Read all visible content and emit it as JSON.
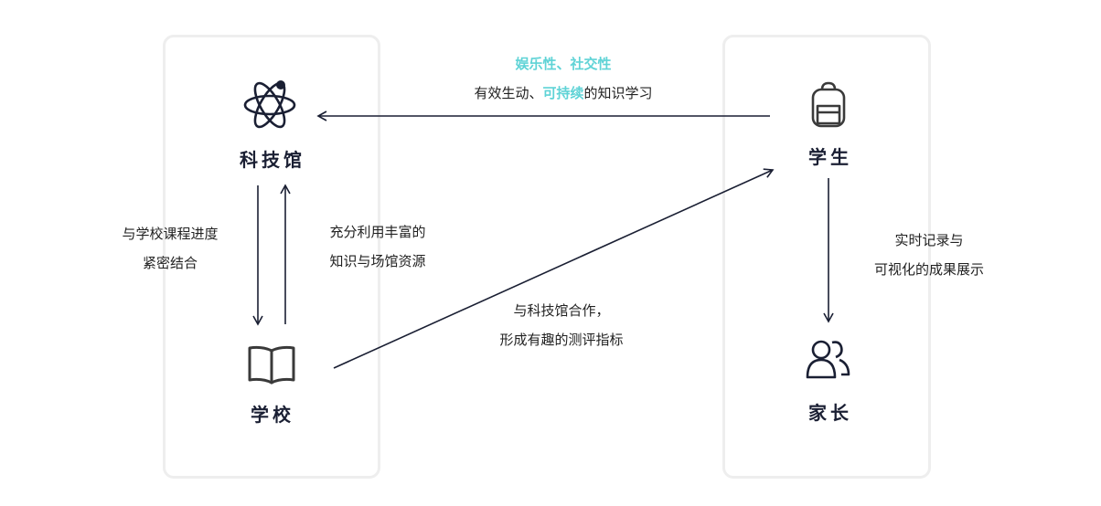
{
  "nodes": {
    "museum": {
      "label": "科技馆",
      "icon": "atom-icon"
    },
    "school": {
      "label": "学校",
      "icon": "open-book-icon"
    },
    "student": {
      "label": "学生",
      "icon": "backpack-icon"
    },
    "parent": {
      "label": "家长",
      "icon": "users-icon"
    }
  },
  "edges": {
    "student_to_museum": {
      "line1_accent": "娱乐性、社交性",
      "line2_prefix": "有效生动、",
      "line2_accent": "可持续",
      "line2_suffix": "的知识学习"
    },
    "museum_to_school": {
      "line1": "与学校课程进度",
      "line2": "紧密结合"
    },
    "school_to_museum": {
      "line1": "充分利用丰富的",
      "line2": "知识与场馆资源"
    },
    "school_to_student": {
      "line1": "与科技馆合作，",
      "line2": "形成有趣的测评指标"
    },
    "student_to_parent": {
      "line1": "实时记录与",
      "line2": "可视化的成果展示"
    }
  },
  "colors": {
    "accent": "#5fd3d6",
    "line": "#1a1f33",
    "panel_border": "#eeeeee"
  }
}
